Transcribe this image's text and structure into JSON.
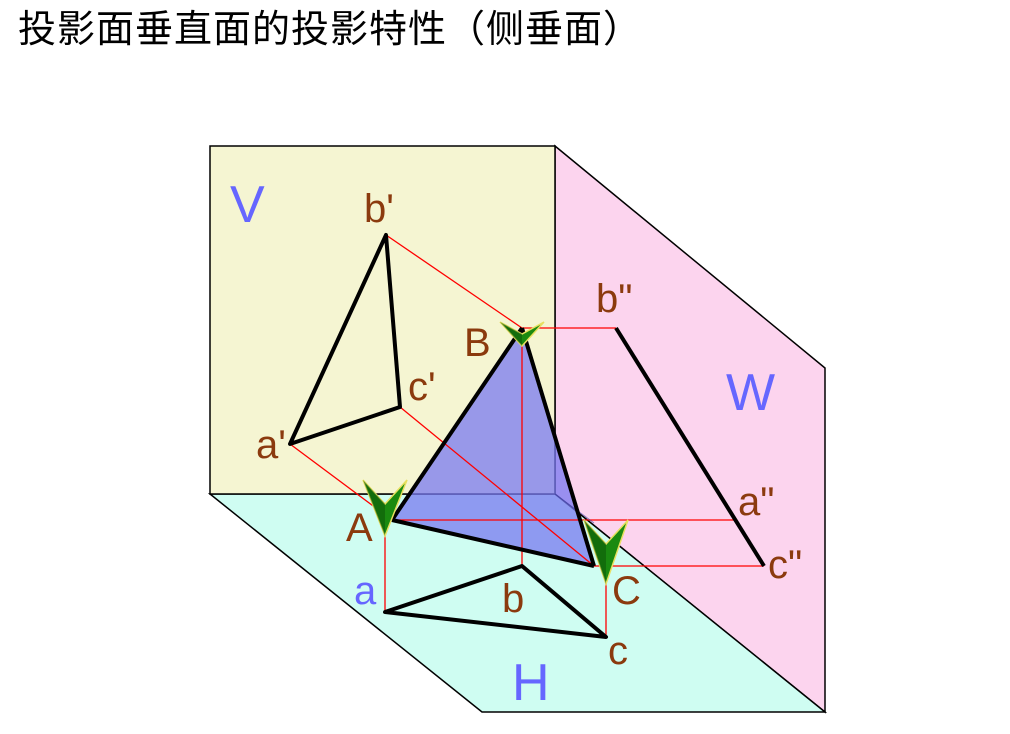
{
  "title": "投影面垂直面的投影特性（侧垂面）",
  "colors": {
    "v_plane": "#f5f5d2",
    "w_plane": "#fcd4ee",
    "h_plane": "#cffdf2",
    "triangle_fill": "#7878f0",
    "projector": "#ff0000",
    "label_point": "#8b3a0e",
    "label_plane": "#6666ff",
    "arrow": "#1a8a10"
  },
  "planes": {
    "v": "V",
    "w": "W",
    "h": "H"
  },
  "points": {
    "space": {
      "A": "A",
      "B": "B",
      "C": "C"
    },
    "front": {
      "a": "a'",
      "b": "b'",
      "c": "c'"
    },
    "side": {
      "a": "a\"",
      "b": "b\"",
      "c": "c\""
    },
    "top": {
      "a": "a",
      "b": "b",
      "c": "c"
    }
  }
}
